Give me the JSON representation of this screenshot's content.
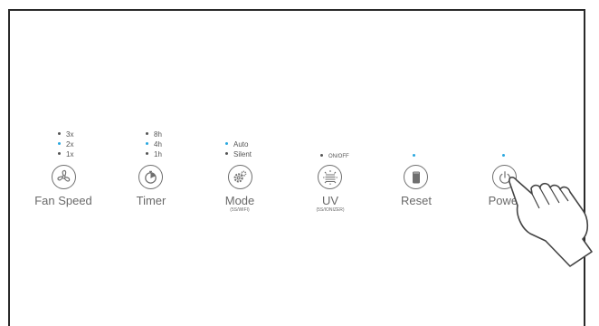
{
  "controls": [
    {
      "id": "fan-speed",
      "label": "Fan Speed",
      "sub": "",
      "icon": "fan-icon",
      "indicators": [
        {
          "text": "3x",
          "active": false
        },
        {
          "text": "2x",
          "active": true
        },
        {
          "text": "1x",
          "active": false
        }
      ]
    },
    {
      "id": "timer",
      "label": "Timer",
      "sub": "",
      "icon": "timer-icon",
      "indicators": [
        {
          "text": "8h",
          "active": false
        },
        {
          "text": "4h",
          "active": true
        },
        {
          "text": "1h",
          "active": false
        }
      ]
    },
    {
      "id": "mode",
      "label": "Mode",
      "sub": "(5S/WIFI)",
      "icon": "gear-icon",
      "indicators": [
        {
          "text": "Auto",
          "active": true
        },
        {
          "text": "Silent",
          "active": false
        }
      ]
    },
    {
      "id": "uv",
      "label": "UV",
      "sub": "(5S/IONIZER)",
      "icon": "uv-lamp-icon",
      "indicators": [
        {
          "text": "ON/OFF",
          "active": false
        }
      ]
    },
    {
      "id": "reset",
      "label": "Reset",
      "sub": "",
      "icon": "filter-reset-icon",
      "indicators": [
        {
          "text": "",
          "active": true
        }
      ]
    },
    {
      "id": "power",
      "label": "Power",
      "sub": "",
      "icon": "power-icon",
      "indicators": [
        {
          "text": "",
          "active": true
        }
      ]
    }
  ],
  "colors": {
    "active_led": "#2aa8df",
    "inactive_led": "#555555",
    "icon_stroke": "#6f6f6f",
    "border": "#2a2a2a"
  }
}
